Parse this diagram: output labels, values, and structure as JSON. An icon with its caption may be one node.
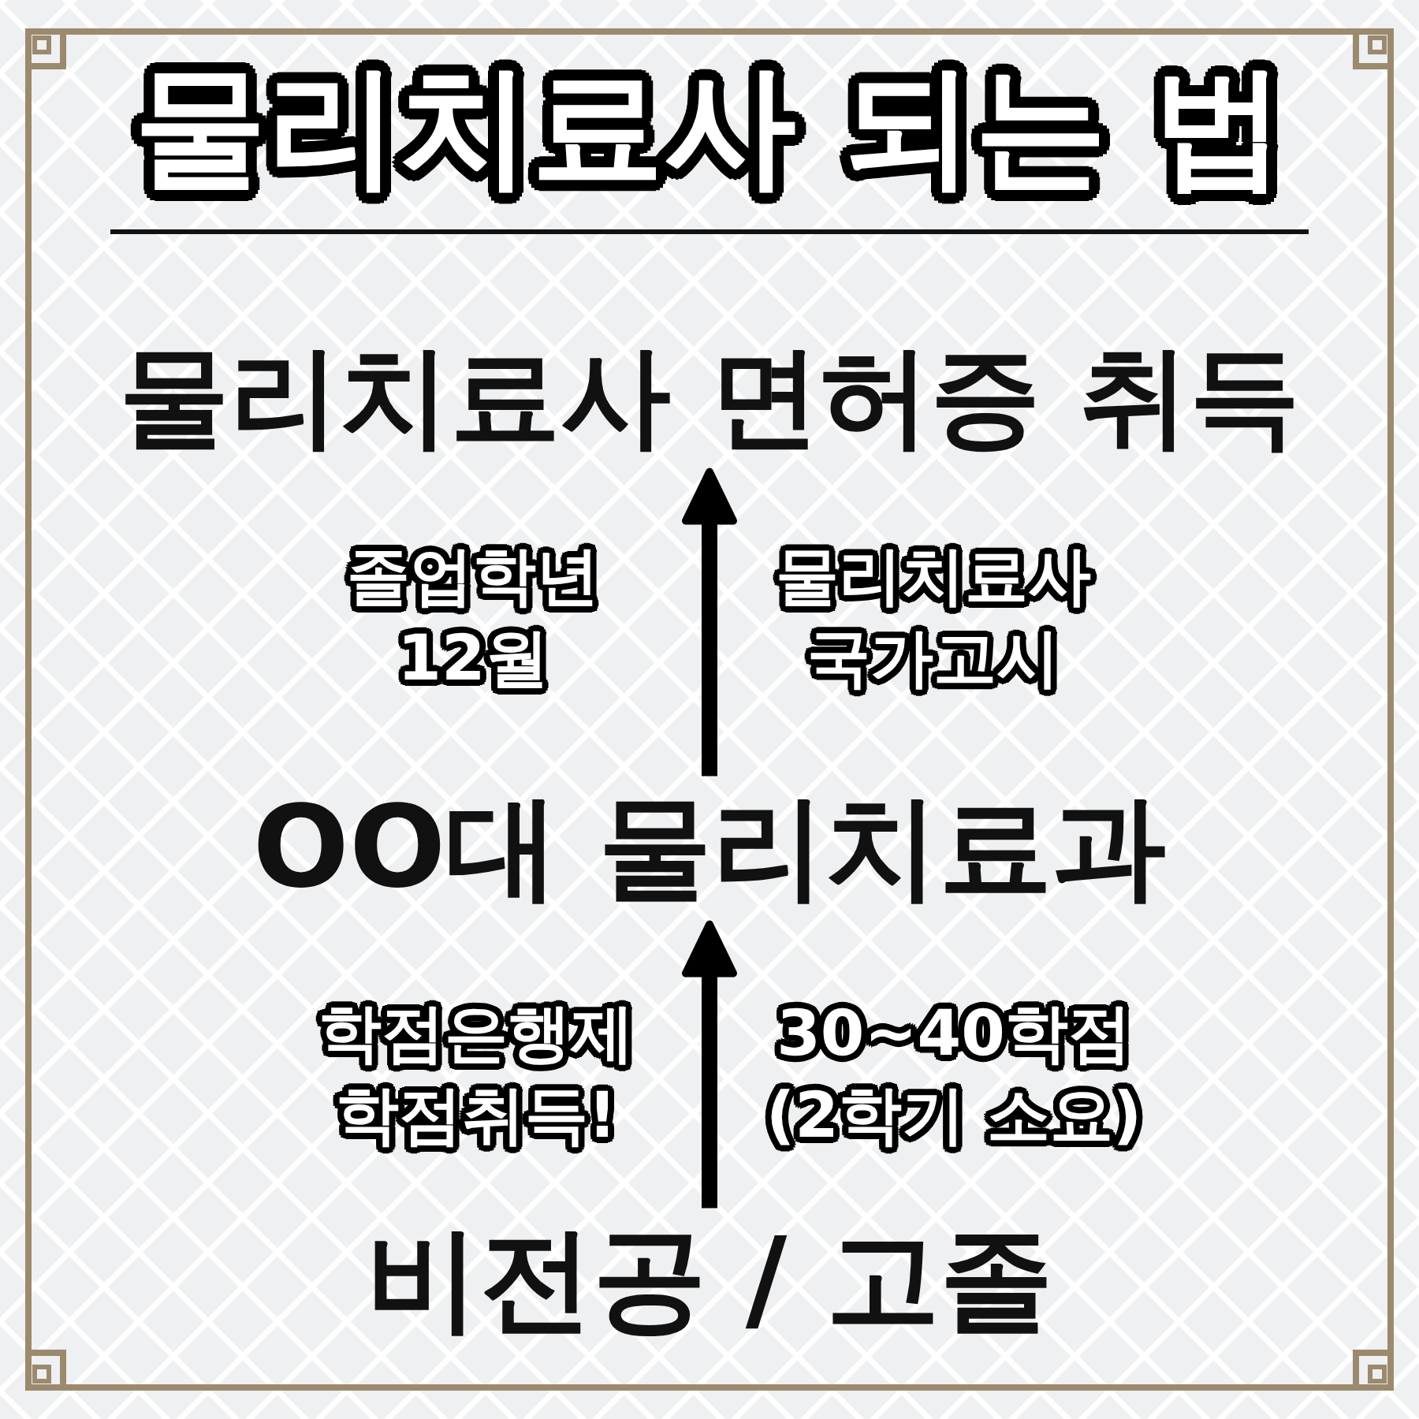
{
  "diagram": {
    "title": "물리치료사 되는 법",
    "nodes": [
      {
        "text": [
          "물리치료사 면허증 취득"
        ]
      },
      {
        "text": [
          "OO대 물리치료과"
        ]
      },
      {
        "text": [
          "비전공 / 고졸"
        ]
      }
    ],
    "edges": [
      {
        "from": 2,
        "to": 1,
        "arrow": "to"
      },
      {
        "from": 1,
        "to": 0,
        "arrow": "to"
      }
    ],
    "labels": [
      "졸업학년 12월",
      "물리치료사 국가고시",
      "학점은행제 학점취득!",
      "30~40학점 (2학기 소요)"
    ]
  }
}
